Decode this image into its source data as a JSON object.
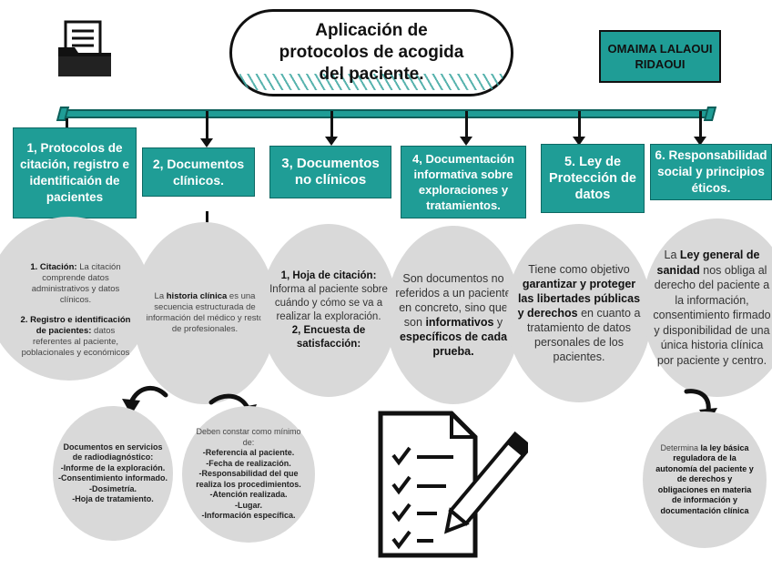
{
  "title": {
    "line1": "Aplicación de",
    "line2": "protocolos de acogida",
    "line3": "del paciente."
  },
  "author": {
    "line1": "OMAIMA LALAOUI",
    "line2": "RIDAOUI"
  },
  "headers": [
    {
      "text": "1, Protocolos de citación, registro e identificaión de pacientes"
    },
    {
      "text": "2, Documentos clínicos."
    },
    {
      "text": "3, Documentos no clínicos"
    },
    {
      "text": "4, Documentación informativa sobre exploraciones y tratamientos."
    },
    {
      "text": "5. Ley de Protección de datos"
    },
    {
      "text": "6. Responsabilidad social y principios éticos."
    }
  ],
  "c1": {
    "b1": "1. Citación:",
    "t1": " La citación comprende datos administrativos y datos clínicos.",
    "b2": "2. Registro e identificación de pacientes:",
    "t2": " datos referentes al paciente, poblacionales y económicos"
  },
  "c2": {
    "t1": "La ",
    "b1": "historia clínica",
    "t2": " es una secuencia estructurada de información del médico y resto de profesionales."
  },
  "c3": {
    "b1": "1, Hoja de citación:",
    "t1": " Informa al paciente sobre cuándo y cómo se va a realizar la exploración.",
    "b2": "2, Encuesta de satisfacción:"
  },
  "c4": {
    "t1": "Son documentos no referidos a un paciente en concreto, sino que son ",
    "b1": "informativos",
    "t2": " y ",
    "b2": "específicos de cada prueba."
  },
  "c5": {
    "t1": "Tiene como objetivo ",
    "b1": "garantizar y proteger las libertades públicas y derechos",
    "t2": " en cuanto a tratamiento de datos personales de los pacientes."
  },
  "c6": {
    "t1": "La ",
    "b1": "Ley general de sanidad",
    "t2": " nos obliga al derecho del paciente a la información, consentimiento firmado y disponibilidad de una única historia clínica por paciente y centro."
  },
  "s1": {
    "lines": [
      "Documentos en servicios de radiodiagnóstico:",
      "-Informe de la exploración.",
      "-Consentimiento informado.",
      "-Dosimetría.",
      "-Hoja de tratamiento."
    ]
  },
  "s2": {
    "intro": "Deben constar como mínimo de:",
    "lines": [
      "-Referencia al paciente.",
      "-Fecha de realización.",
      "-Responsabilidad del que realiza los procedimientos.",
      "-Atención realizada.",
      "-Lugar.",
      "-Información específica."
    ]
  },
  "s3": {
    "t1": "Determina ",
    "b1": "la ley básica reguladora de la autonomía del paciente y de derechos y obligaciones en materia de información y documentación clínica"
  },
  "icons": [
    "folder-document-icon",
    "checklist-pencil-icon",
    "curved-arrow-left-icon",
    "curved-arrow-right-icon",
    "curved-arrow-down-icon"
  ],
  "colors": {
    "teal": "#1f9d96",
    "circle": "#d9d9d9"
  }
}
